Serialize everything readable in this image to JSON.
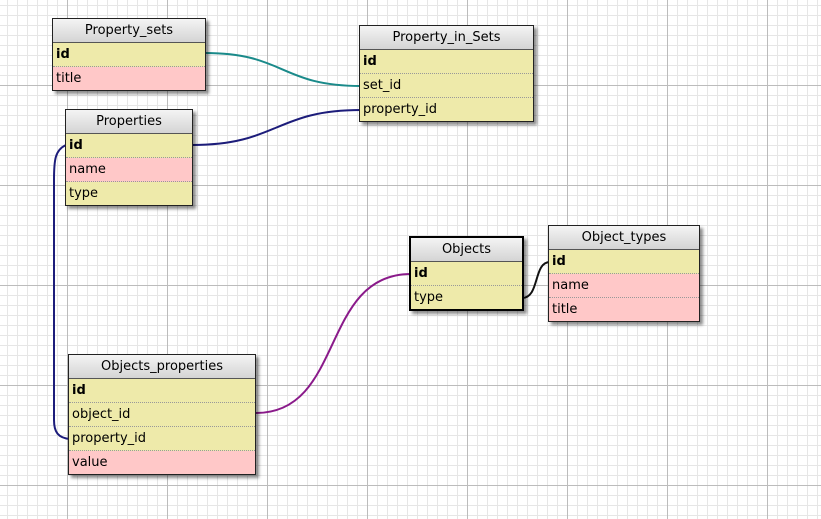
{
  "tables": {
    "property_sets": {
      "title": "Property_sets",
      "columns": [
        "id",
        "title"
      ]
    },
    "property_in_sets": {
      "title": "Property_in_Sets",
      "columns": [
        "id",
        "set_id",
        "property_id"
      ]
    },
    "properties": {
      "title": "Properties",
      "columns": [
        "id",
        "name",
        "type"
      ]
    },
    "objects": {
      "title": "Objects",
      "columns": [
        "id",
        "type"
      ]
    },
    "object_types": {
      "title": "Object_types",
      "columns": [
        "id",
        "name",
        "title"
      ]
    },
    "objects_properties": {
      "title": "Objects_properties",
      "columns": [
        "id",
        "object_id",
        "property_id",
        "value"
      ]
    }
  },
  "relations": [
    {
      "from": "property_sets.id",
      "to": "property_in_sets.set_id",
      "color": "#1a8a8a"
    },
    {
      "from": "properties.id",
      "to": "property_in_sets.property_id",
      "color": "#1c1c7a"
    },
    {
      "from": "properties.id",
      "to": "objects_properties.property_id",
      "color": "#1c1c7a"
    },
    {
      "from": "objects.id",
      "to": "objects_properties.object_id",
      "color": "#8a1a8a"
    },
    {
      "from": "object_types.id",
      "to": "objects.type",
      "color": "#111111"
    }
  ],
  "colors": {
    "key_row": "#eeeaaa",
    "plain_row": "#ffc8c8",
    "header": "#dcdcdc"
  }
}
